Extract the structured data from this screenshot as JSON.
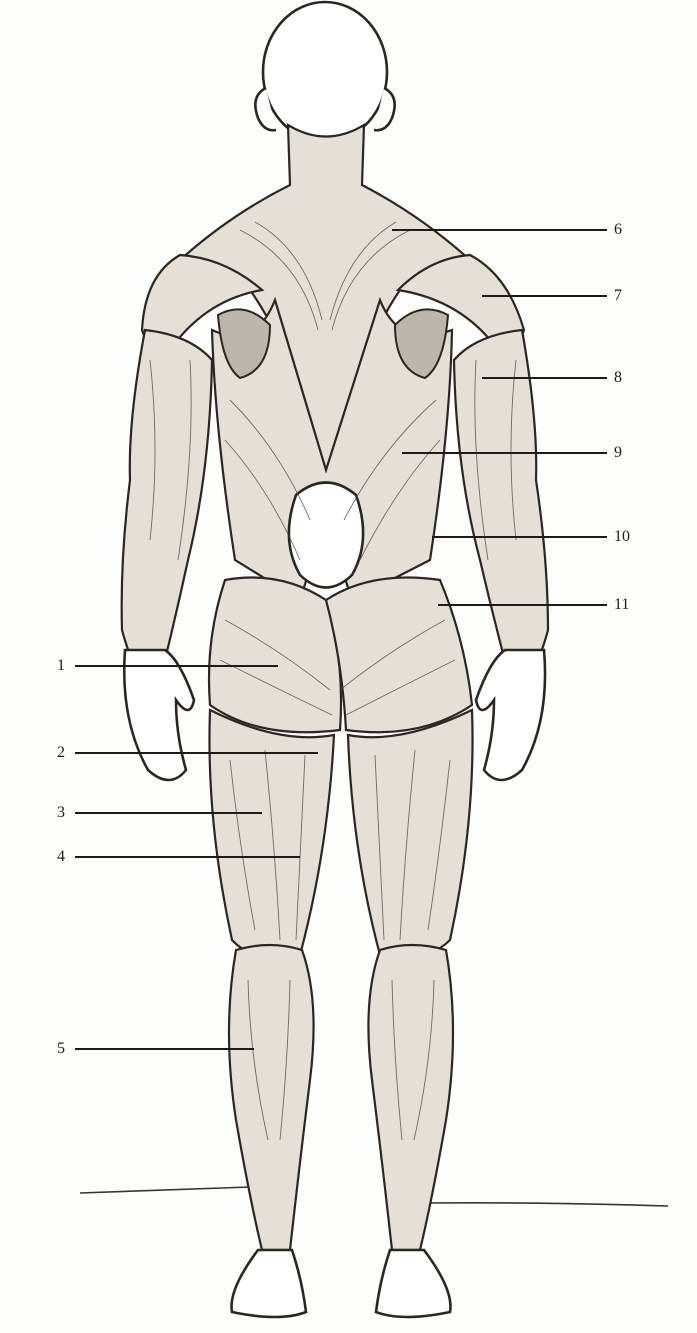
{
  "labels": {
    "left": [
      "1",
      "2",
      "3",
      "4",
      "5"
    ],
    "right": [
      "6",
      "7",
      "8",
      "9",
      "10",
      "11"
    ]
  },
  "colors": {
    "ink": "#1e1a17",
    "muscle": "#e4e0d8",
    "background": "#fdfdfb"
  }
}
